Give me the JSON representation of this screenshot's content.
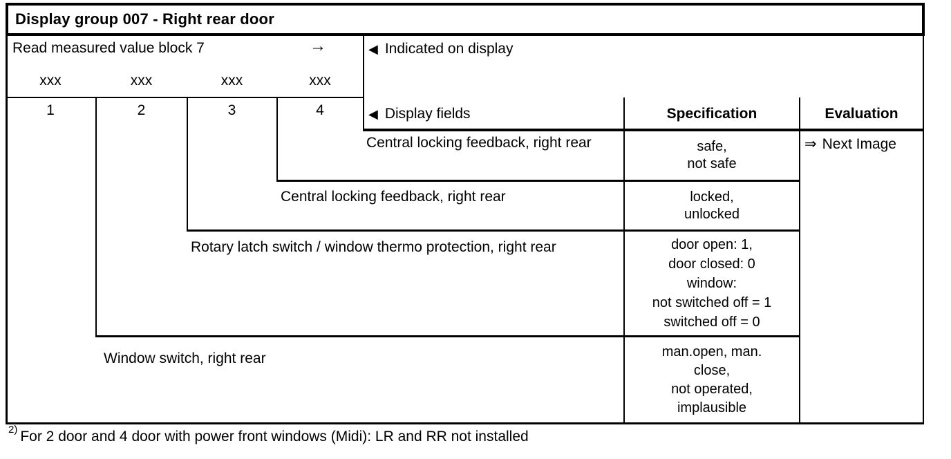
{
  "title": "Display group 007 - Right rear door",
  "header": {
    "read_block_label": "Read measured value block 7",
    "read_block_arrow": "→",
    "indicated_marker": "◀",
    "indicated_label": "Indicated on display",
    "display_fields_marker": "◀",
    "display_fields_label": "Display fields",
    "specification_label": "Specification",
    "evaluation_label": "Evaluation",
    "placeholders": [
      "xxx",
      "xxx",
      "xxx",
      "xxx"
    ],
    "field_numbers": [
      "1",
      "2",
      "3",
      "4"
    ]
  },
  "rows": [
    {
      "field": "4",
      "description": "Central locking feedback, right rear",
      "specification": [
        "safe,",
        "not safe"
      ],
      "evaluation_arrow": "⇒",
      "evaluation": "Next Image"
    },
    {
      "field": "3",
      "description": "Central locking feedback, right rear",
      "specification": [
        "locked,",
        "unlocked"
      ]
    },
    {
      "field": "2",
      "description": "Rotary latch switch / window thermo protection, right rear",
      "specification": [
        "door open: 1,",
        "door closed: 0",
        "window:",
        "not switched off = 1",
        "switched off = 0"
      ]
    },
    {
      "field": "1",
      "description": "Window switch, right rear",
      "specification": [
        "man.open, man.",
        "close,",
        "not operated,",
        "implausible"
      ]
    }
  ],
  "footnote": {
    "marker": "2)",
    "text": "For 2 door and 4 door with power front windows (Midi): LR and RR not installed"
  },
  "colors": {
    "line": "#000000",
    "background": "#ffffff",
    "text": "#000000"
  }
}
